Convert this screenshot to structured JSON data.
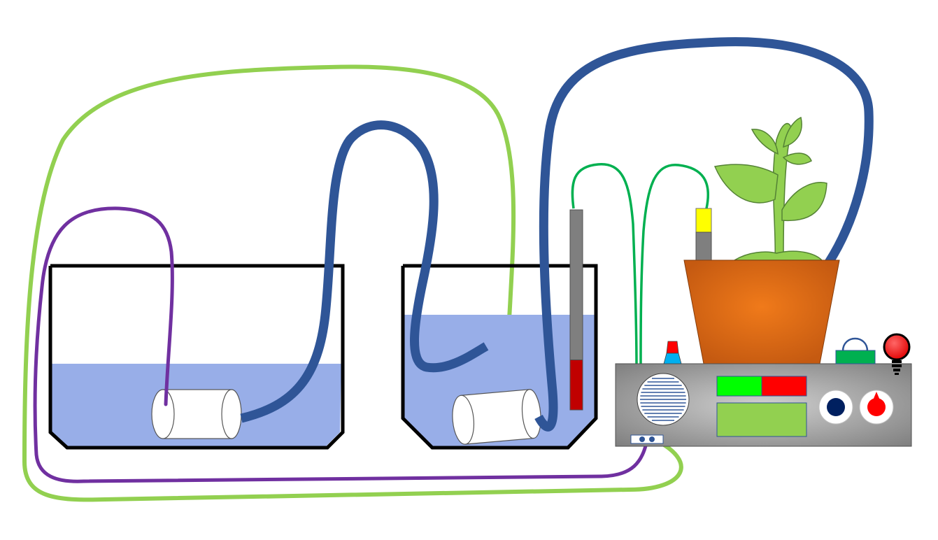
{
  "diagram": {
    "components": [
      {
        "id": "tank-left",
        "icon": "water-tank-icon",
        "filled": true
      },
      {
        "id": "pump-left",
        "icon": "pump-cylinder-icon"
      },
      {
        "id": "tank-right",
        "icon": "water-tank-icon",
        "filled": true
      },
      {
        "id": "pump-right",
        "icon": "pump-cylinder-icon"
      },
      {
        "id": "level-gauge",
        "icon": "level-gauge-icon",
        "level": 0.25
      },
      {
        "id": "plant-pot",
        "icon": "potted-plant-icon"
      },
      {
        "id": "soil-sensor",
        "icon": "soil-moisture-sensor-icon"
      },
      {
        "id": "controller",
        "icon": "controller-box-icon"
      },
      {
        "id": "speaker",
        "icon": "speaker-grille-icon"
      },
      {
        "id": "status-display",
        "icon": "status-display-icon"
      },
      {
        "id": "indicator-light",
        "icon": "light-bulb-icon"
      },
      {
        "id": "knobs",
        "icon": "knob-icon"
      }
    ],
    "colors": {
      "water": "#98aee8",
      "main-hose": "#2f5597",
      "purple-cable": "#7030a0",
      "light-green-cable": "#92d050",
      "sensor-wire": "#00b050",
      "pot": "#e46c0a",
      "status-green": "#00ff00",
      "status-red": "#ff0000",
      "display-green": "#92d050",
      "plant-leaf": "#92d050"
    }
  }
}
